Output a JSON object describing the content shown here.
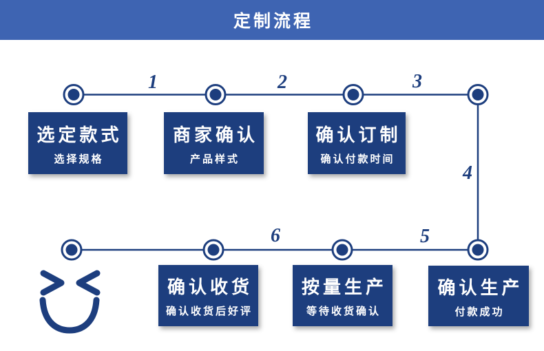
{
  "header": {
    "title": "定制流程"
  },
  "colors": {
    "header_bg": "#3e64b2",
    "navy": "#1d3e7e",
    "text_on_blue": "#ffffff",
    "background": "#ffffff"
  },
  "flow": {
    "connector_numbers": [
      "1",
      "2",
      "3",
      "4",
      "5",
      "6"
    ],
    "top_boxes": [
      {
        "title": "选定款式",
        "subtitle": "选择规格"
      },
      {
        "title": "商家确认",
        "subtitle": "产品样式"
      },
      {
        "title": "确认订制",
        "subtitle": "确认付款时间"
      }
    ],
    "bottom_boxes": [
      {
        "title": "确认收货",
        "subtitle": "确认收货后好评"
      },
      {
        "title": "按量生产",
        "subtitle": "等待收货确认"
      },
      {
        "title": "确认生产",
        "subtitle": "付款成功"
      }
    ],
    "icons": {
      "smiley": "winking-smiley-face"
    }
  }
}
